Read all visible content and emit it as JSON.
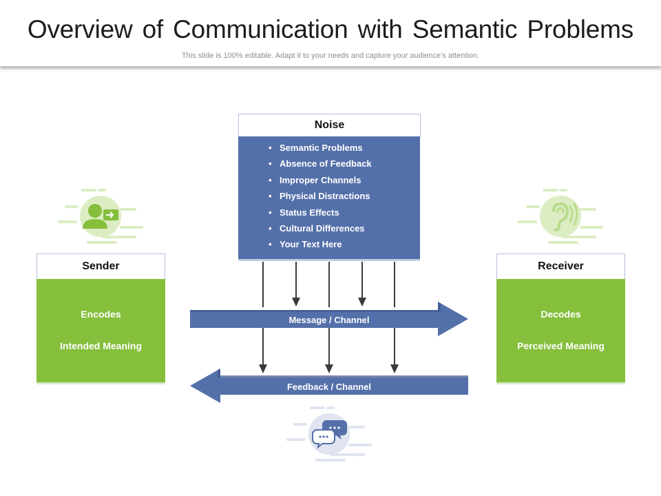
{
  "header": {
    "title": "Overview of Communication with Semantic Problems",
    "subtitle": "This slide is 100% editable. Adapt it to your needs and capture your audience’s attention."
  },
  "noise": {
    "title": "Noise",
    "items": [
      "Semantic Problems",
      "Absence of Feedback",
      "Improper Channels",
      "Physical Distractions",
      "Status Effects",
      "Cultural Differences",
      "Your Text Here"
    ]
  },
  "sender": {
    "title": "Sender",
    "line1": "Encodes",
    "line2": "Intended Meaning",
    "icon": "person-with-message-icon"
  },
  "receiver": {
    "title": "Receiver",
    "line1": "Decodes",
    "line2": "Perceived Meaning",
    "icon": "ear-icon"
  },
  "message_channel": {
    "label": "Message / Channel"
  },
  "feedback_channel": {
    "label": "Feedback / Channel",
    "icon": "chat-bubbles-icon"
  },
  "colors": {
    "green": "#85bf3c",
    "blue": "#5470aa",
    "light_green": "#dcedc4",
    "light_blue": "#dfe4f0"
  }
}
